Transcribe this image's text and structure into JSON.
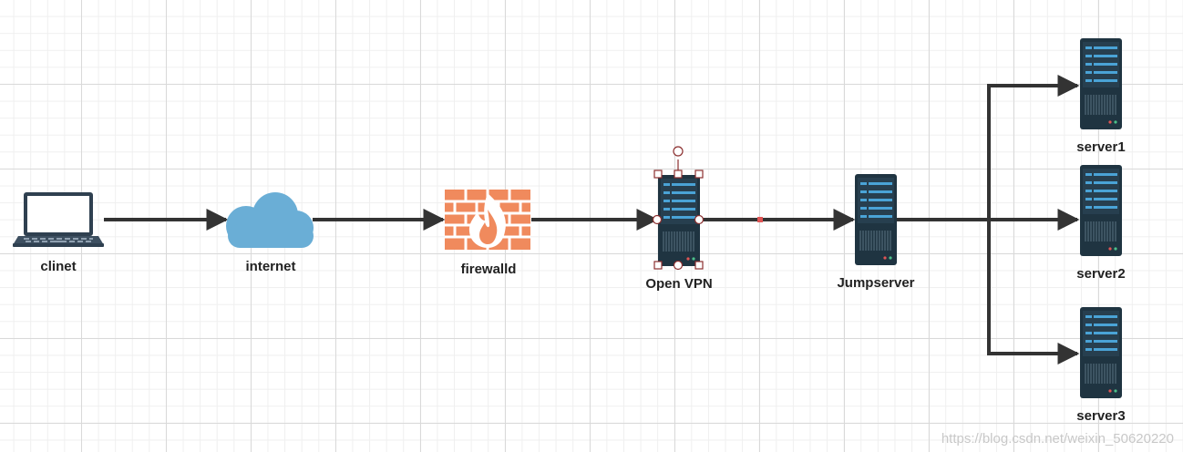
{
  "nodes": {
    "client": {
      "label": "clinet",
      "icon": "laptop-icon"
    },
    "internet": {
      "label": "internet",
      "icon": "cloud-icon"
    },
    "firewall": {
      "label": "firewalld",
      "icon": "firewall-icon"
    },
    "openvpn": {
      "label": "Open VPN",
      "icon": "server-icon"
    },
    "jumpserver": {
      "label": "Jumpserver",
      "icon": "server-icon"
    },
    "server1": {
      "label": "server1",
      "icon": "server-icon"
    },
    "server2": {
      "label": "server2",
      "icon": "server-icon"
    },
    "server3": {
      "label": "server3",
      "icon": "server-icon"
    }
  },
  "edges": [
    {
      "from": "client",
      "to": "internet"
    },
    {
      "from": "internet",
      "to": "firewall"
    },
    {
      "from": "firewall",
      "to": "openvpn"
    },
    {
      "from": "openvpn",
      "to": "jumpserver"
    },
    {
      "from": "jumpserver",
      "to": "server1"
    },
    {
      "from": "jumpserver",
      "to": "server2"
    },
    {
      "from": "jumpserver",
      "to": "server3"
    }
  ],
  "watermark": "https://blog.csdn.net/weixin_50620220",
  "colors": {
    "edge": "#333333",
    "server_body": "#1f3441",
    "server_accent": "#4aa3d6",
    "cloud": "#6aaed6",
    "firewall": "#f08a5d",
    "laptop": "#2f4050",
    "selection": "#8b2f2f",
    "midpoint": "#e05555"
  }
}
